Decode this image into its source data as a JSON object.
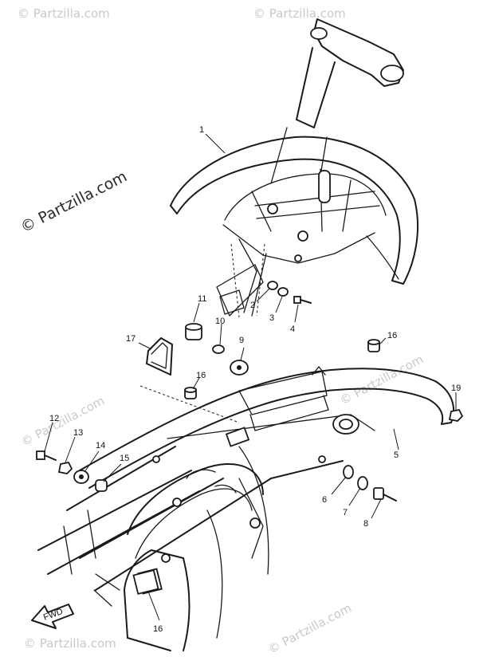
{
  "watermark": {
    "main": "© Partzilla.com",
    "faint": "© Partzilla.com"
  },
  "callouts": [
    {
      "id": "c1",
      "label": "1"
    },
    {
      "id": "c2",
      "label": "2"
    },
    {
      "id": "c3",
      "label": "3"
    },
    {
      "id": "c4",
      "label": "4"
    },
    {
      "id": "c5",
      "label": "5"
    },
    {
      "id": "c6",
      "label": "6"
    },
    {
      "id": "c7",
      "label": "7"
    },
    {
      "id": "c8",
      "label": "8"
    },
    {
      "id": "c9",
      "label": "9"
    },
    {
      "id": "c10",
      "label": "10"
    },
    {
      "id": "c11",
      "label": "11"
    },
    {
      "id": "c12",
      "label": "12"
    },
    {
      "id": "c13",
      "label": "13"
    },
    {
      "id": "c14",
      "label": "14"
    },
    {
      "id": "c15",
      "label": "15"
    },
    {
      "id": "c16a",
      "label": "16"
    },
    {
      "id": "c16b",
      "label": "16"
    },
    {
      "id": "c16c",
      "label": "16"
    },
    {
      "id": "c17",
      "label": "17"
    },
    {
      "id": "c19",
      "label": "19"
    }
  ],
  "direction_marker": {
    "label": "FWD"
  }
}
